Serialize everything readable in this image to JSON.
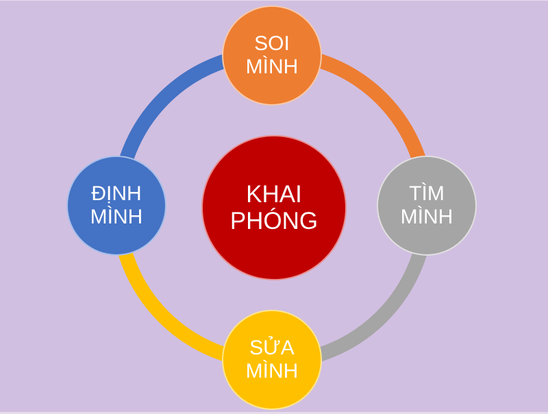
{
  "diagram": {
    "type": "cycle",
    "background_color": "#d1bfe1",
    "center": {
      "lines": [
        "KHAI",
        "PHÓNG"
      ],
      "color": "#c00000"
    },
    "nodes": [
      {
        "position": "top",
        "lines": [
          "SOI",
          "MÌNH"
        ],
        "color": "#ed7d31"
      },
      {
        "position": "right",
        "lines": [
          "TÌM",
          "MÌNH"
        ],
        "color": "#a5a5a5"
      },
      {
        "position": "bottom",
        "lines": [
          "SỬA",
          "MÌNH"
        ],
        "color": "#ffc000"
      },
      {
        "position": "left",
        "lines": [
          "ĐỊNH",
          "MÌNH"
        ],
        "color": "#4472c4"
      }
    ],
    "connectors": [
      {
        "from": "SOI MÌNH",
        "to": "TÌM MÌNH",
        "color": "#ed7d31"
      },
      {
        "from": "TÌM MÌNH",
        "to": "SỬA MÌNH",
        "color": "#a5a5a5"
      },
      {
        "from": "SỬA MÌNH",
        "to": "ĐỊNH MÌNH",
        "color": "#ffc000"
      },
      {
        "from": "ĐỊNH MÌNH",
        "to": "SOI MÌNH",
        "color": "#4472c4"
      }
    ]
  }
}
